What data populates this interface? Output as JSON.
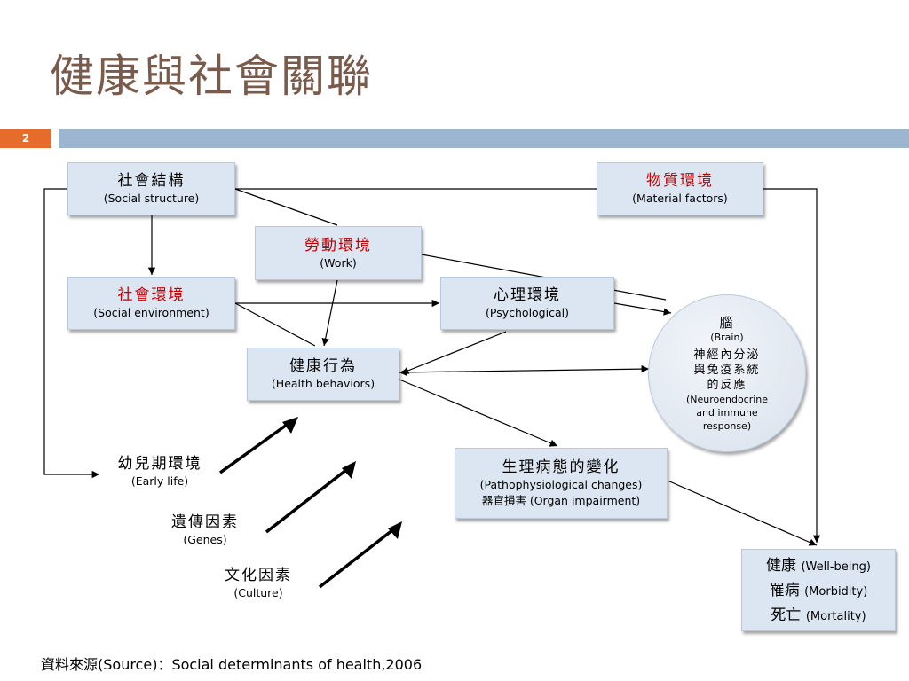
{
  "slide": {
    "title": "健康與社會關聯",
    "number": "2",
    "source": "資料來源(Source)：Social determinants of health,2006"
  },
  "nodes": {
    "social_structure": {
      "zh": "社會結構",
      "en": "(Social structure)"
    },
    "material": {
      "zh": "物質環境",
      "en": "(Material factors)"
    },
    "work": {
      "zh": "勞動環境",
      "en": "(Work)"
    },
    "social_env": {
      "zh": "社會環境",
      "en": "(Social environment)"
    },
    "psychological": {
      "zh": "心理環境",
      "en": "(Psychological)"
    },
    "health_behaviors": {
      "zh": "健康行為",
      "en": "(Health behaviors)"
    },
    "patho": {
      "zh": "生理病態的變化",
      "en": "(Pathophysiological changes)",
      "extra_zh": "器官損害",
      "extra_en": "(Organ impairment)"
    },
    "brain": {
      "zh": "腦",
      "en": "(Brain)",
      "sub_zh": [
        "神經內分泌",
        "與免疫系統",
        "的反應"
      ],
      "sub_en": [
        "(Neuroendocrine",
        "and immune",
        "response)"
      ]
    },
    "early_life": {
      "zh": "幼兒期環境",
      "en": "(Early life)"
    },
    "genes": {
      "zh": "遺傳因素",
      "en": "(Genes)"
    },
    "culture": {
      "zh": "文化因素",
      "en": "(Culture)"
    },
    "outcomes": [
      {
        "zh": "健康",
        "en": "(Well-being)"
      },
      {
        "zh": "罹病",
        "en": "(Morbidity)"
      },
      {
        "zh": "死亡",
        "en": "(Mortality)"
      }
    ]
  },
  "colors": {
    "title": "#7a5a4a",
    "slide_number_bg": "#e66c2c",
    "header_bar": "#9db6cf",
    "box_fill": "#dce6f2",
    "red_label": "#c00000"
  }
}
